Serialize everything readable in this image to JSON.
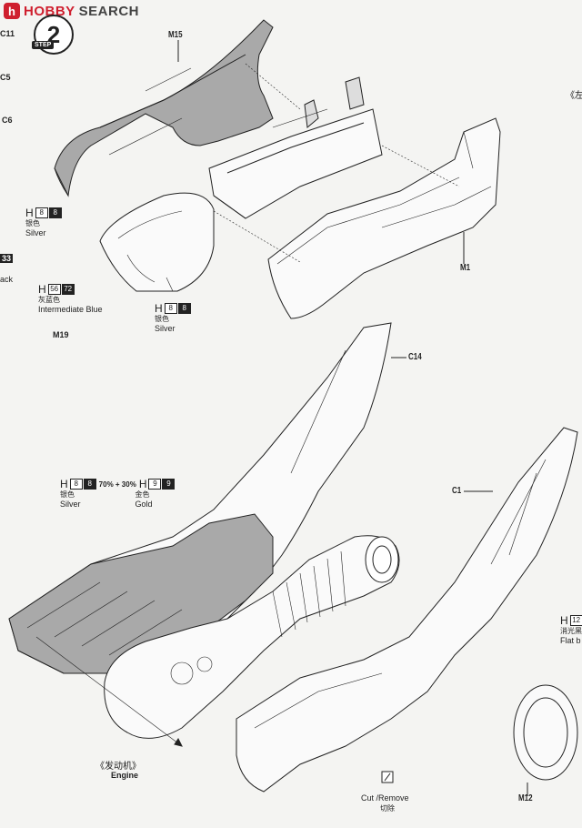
{
  "header": {
    "logo_badge": "h",
    "logo_hobby": "HOBBY",
    "logo_search": "SEARCH"
  },
  "step": {
    "number": "2",
    "tag": "STEP"
  },
  "left_edge": [
    "C11",
    "C5",
    "C6",
    "33",
    "ack",
    "M19"
  ],
  "parts": {
    "m15": "M15",
    "m1": "M1",
    "c14": "C14",
    "c1": "C1",
    "m12": "M12"
  },
  "paints": {
    "silver_top": {
      "h": "H",
      "code": "8",
      "code2": "8",
      "cn": "银色",
      "en": "Silver"
    },
    "blue": {
      "h": "H",
      "code": "56",
      "code2": "72",
      "cn": "灰蓝色",
      "en": "Intermediate Blue"
    },
    "silver_mid": {
      "h": "H",
      "code": "8",
      "code2": "8",
      "cn": "银色",
      "en": "Silver"
    },
    "mix": {
      "h": "H",
      "code": "8",
      "code2": "8",
      "ratio1": "70% + 30%",
      "code3": "9",
      "code4": "9",
      "cn1": "银色",
      "en1": "Silver",
      "cn2": "金色",
      "en2": "Gold"
    }
  },
  "labels": {
    "engine_cn": "《发动机》",
    "engine_en": "Engine",
    "cut_en": "Cut /Remove",
    "cut_cn": "切除",
    "right_cn_top": "《左",
    "right_h": "H",
    "right_h_code": "12",
    "right_cn": "消光黑",
    "right_en": "Flat b"
  },
  "colors": {
    "brand_red": "#cf1f2e",
    "part_fill": "#a9a9a9",
    "line": "#222222"
  }
}
